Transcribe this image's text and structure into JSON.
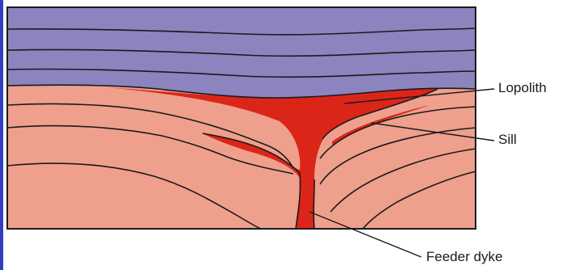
{
  "labels": {
    "lopolith": "Lopolith",
    "sill": "Sill",
    "feeder_dyke": "Feeder dyke"
  },
  "colors": {
    "upper_strata": "#8c84bf",
    "lower_strata": "#eea08d",
    "magma": "#dc2519",
    "lines": "#1a1a1a",
    "page_edge": "#2e3fbf"
  }
}
